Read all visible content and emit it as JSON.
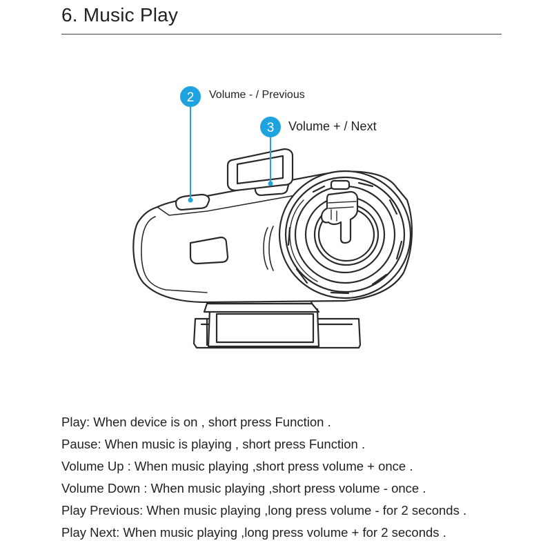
{
  "section": {
    "title": "6. Music Play"
  },
  "diagram": {
    "callouts": [
      {
        "number": "2",
        "label": "Volume - / Previous"
      },
      {
        "number": "3",
        "label": "Volume + / Next"
      }
    ],
    "accent_color": "#1fa3e0",
    "icons": [
      "device-illustration",
      "pointing-hand-icon"
    ]
  },
  "instructions": [
    "Play: When device is on , short press Function .",
    "Pause: When music is playing , short press Function .",
    "Volume Up : When music playing ,short press volume + once .",
    "Volume Down : When music playing ,short press volume - once .",
    "Play Previous: When music playing ,long press volume - for 2 seconds .",
    "Play Next: When music playing ,long press volume + for 2 seconds ."
  ]
}
